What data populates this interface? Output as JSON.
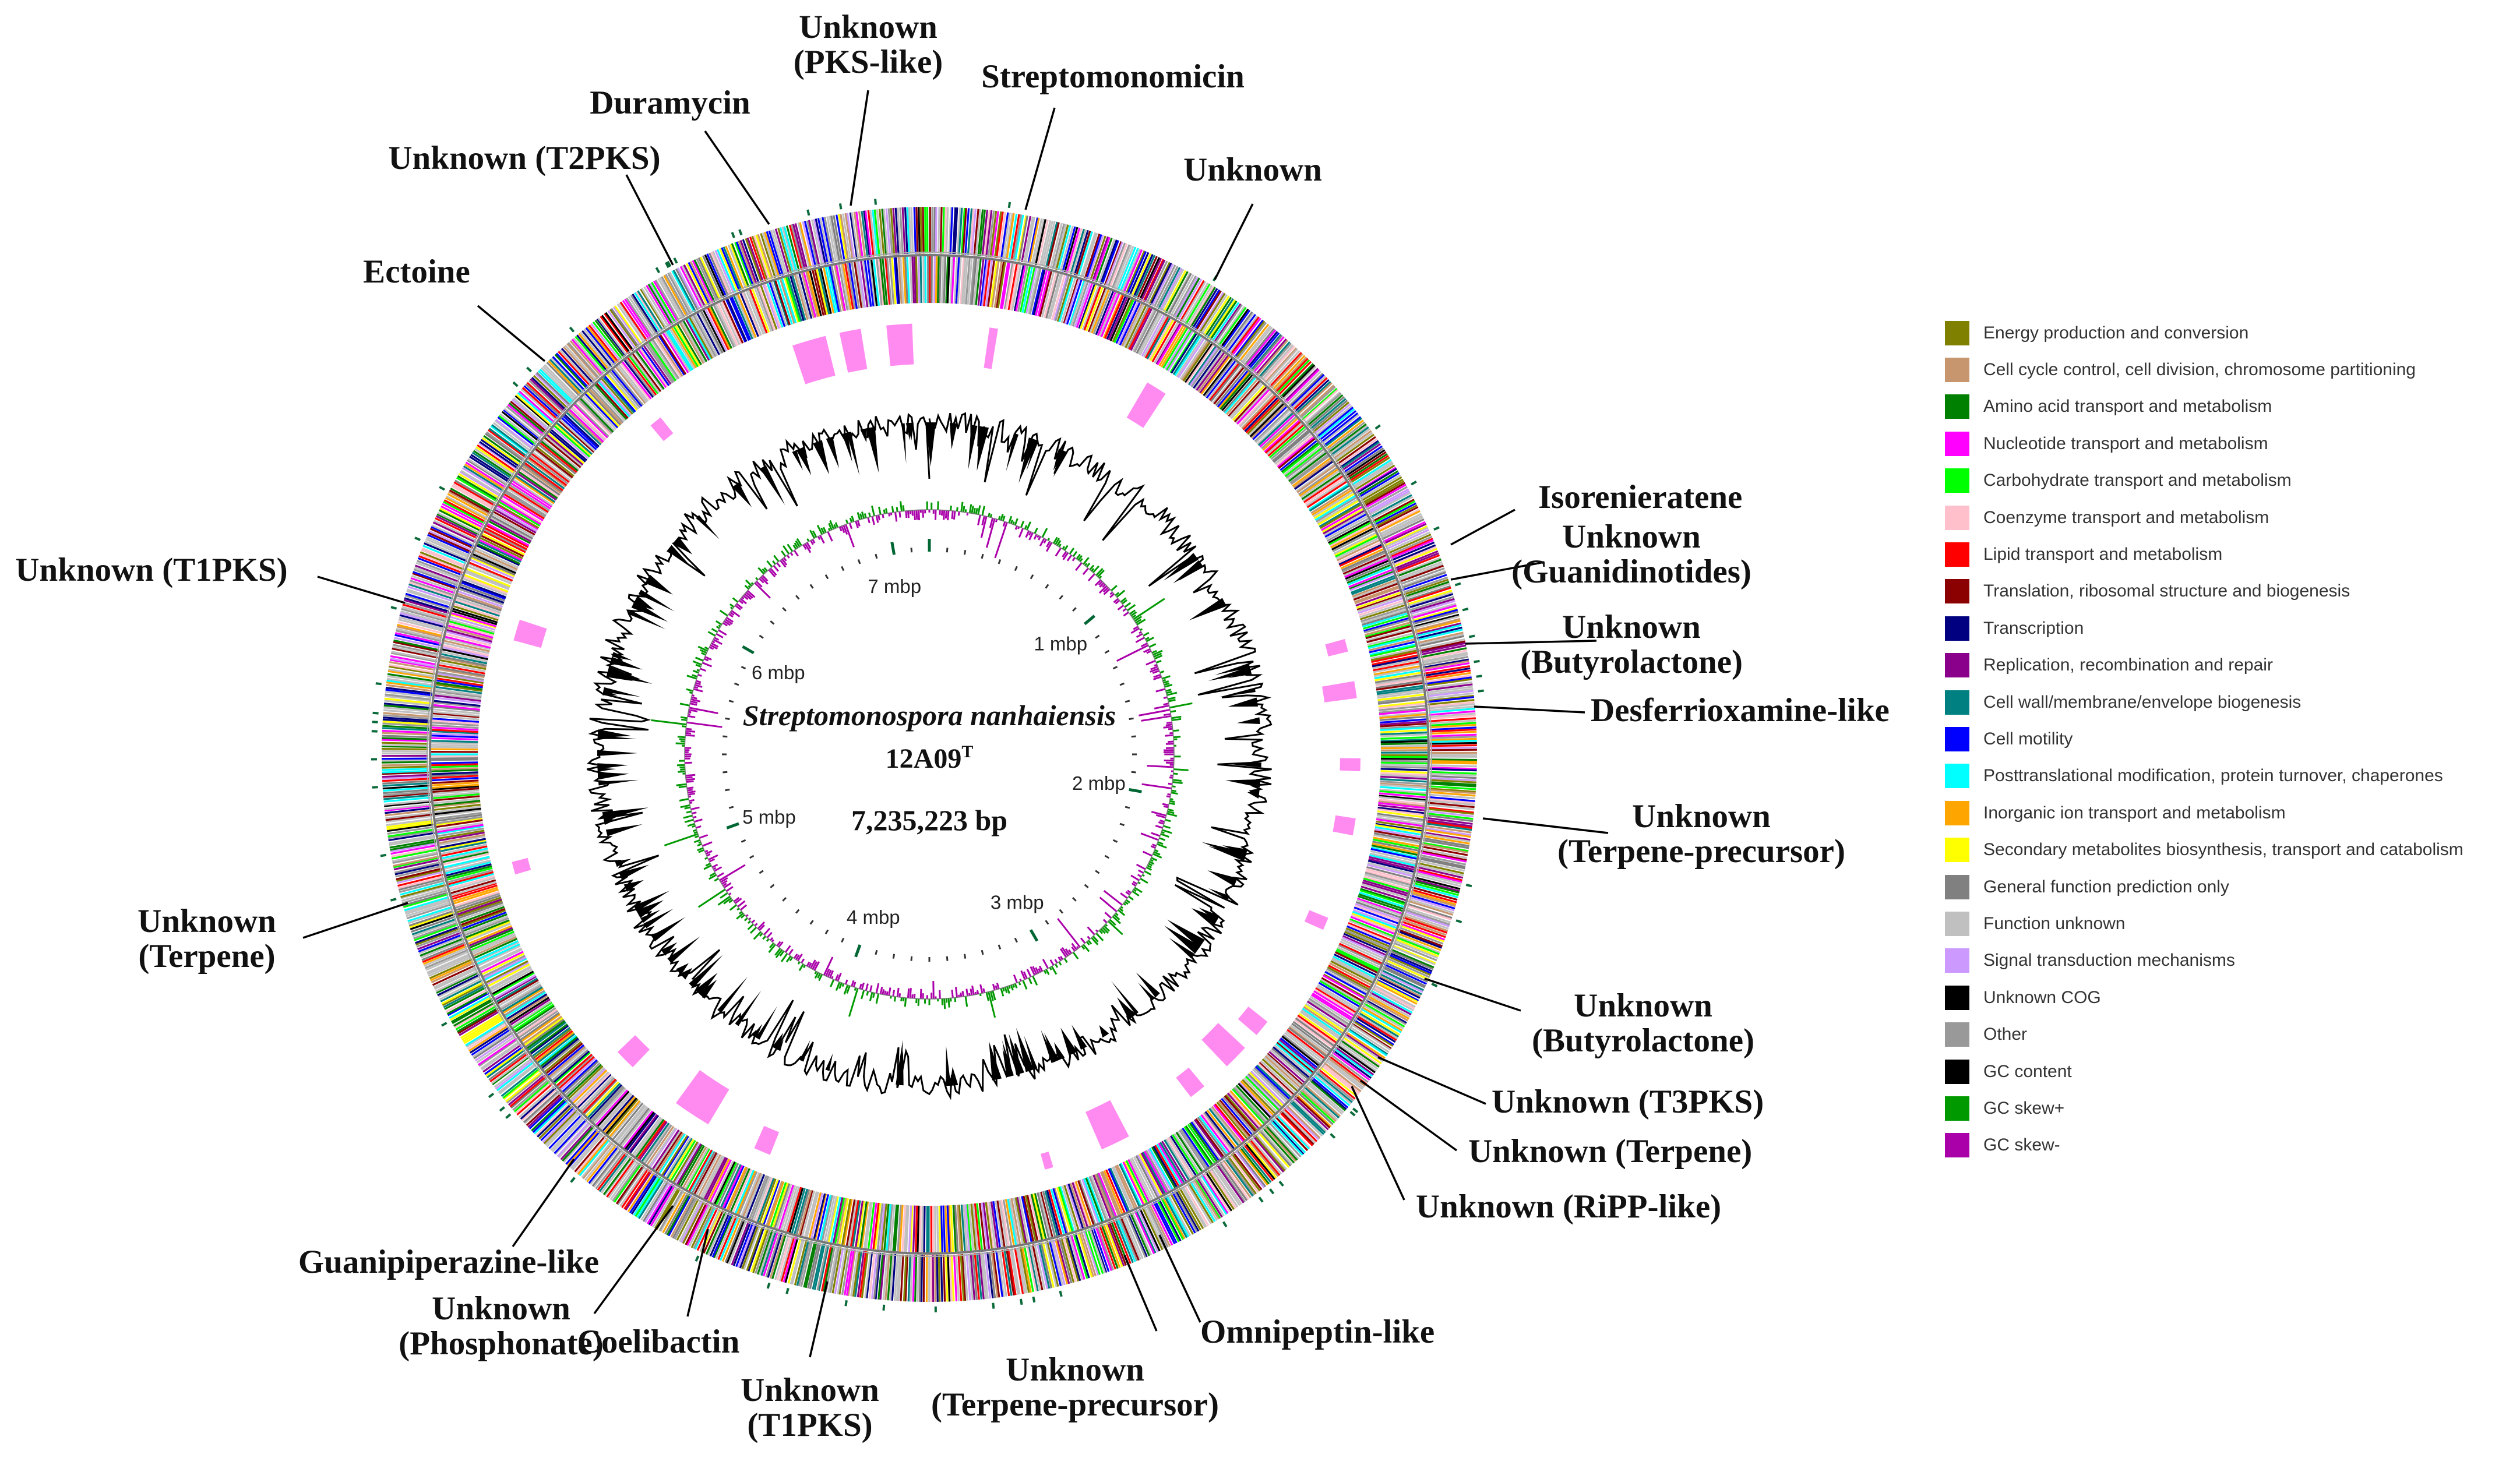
{
  "center": {
    "organism": "Streptomonospora nanhaiensis",
    "strain": "12A09",
    "strain_sup": "T",
    "genome_size": "7,235,223 bp"
  },
  "ticks": [
    {
      "label": "1 mbp",
      "mb": 1
    },
    {
      "label": "2 mbp",
      "mb": 2
    },
    {
      "label": "3 mbp",
      "mb": 3
    },
    {
      "label": "4 mbp",
      "mb": 4
    },
    {
      "label": "5 mbp",
      "mb": 5
    },
    {
      "label": "6 mbp",
      "mb": 6
    },
    {
      "label": "7 mbp",
      "mb": 7
    }
  ],
  "clusters": [
    {
      "lines": [
        "Unknown",
        "(PKS-like)"
      ]
    },
    {
      "lines": [
        "Streptomonomicin"
      ]
    },
    {
      "lines": [
        "Unknown"
      ]
    },
    {
      "lines": [
        "Isorenieratene"
      ]
    },
    {
      "lines": [
        "Unknown",
        "(Guanidinotides)"
      ]
    },
    {
      "lines": [
        "Unknown",
        "(Butyrolactone)"
      ]
    },
    {
      "lines": [
        "Desferrioxamine-like"
      ]
    },
    {
      "lines": [
        "Unknown",
        "(Terpene-precursor)"
      ]
    },
    {
      "lines": [
        "Unknown",
        "(Butyrolactone)"
      ]
    },
    {
      "lines": [
        "Unknown (T3PKS)"
      ]
    },
    {
      "lines": [
        "Unknown (Terpene)"
      ]
    },
    {
      "lines": [
        "Unknown (RiPP-like)"
      ]
    },
    {
      "lines": [
        "Omnipeptin-like"
      ]
    },
    {
      "lines": [
        "Unknown",
        "(Terpene-precursor)"
      ]
    },
    {
      "lines": [
        "Unknown",
        "(T1PKS)"
      ]
    },
    {
      "lines": [
        "Coelibactin"
      ]
    },
    {
      "lines": [
        "Unknown",
        "(Phosphonate)"
      ]
    },
    {
      "lines": [
        "Guanipiperazine-like"
      ]
    },
    {
      "lines": [
        "Unknown",
        "(Terpene)"
      ]
    },
    {
      "lines": [
        "Unknown (T1PKS)"
      ]
    },
    {
      "lines": [
        "Ectoine"
      ]
    },
    {
      "lines": [
        "Unknown (T2PKS)"
      ]
    },
    {
      "lines": [
        "Duramycin"
      ]
    }
  ],
  "legend": [
    {
      "label": "Energy production and conversion",
      "color": "#808000"
    },
    {
      "label": "Cell cycle control, cell division, chromosome partitioning",
      "color": "#C8966E"
    },
    {
      "label": "Amino acid transport and metabolism",
      "color": "#008000"
    },
    {
      "label": "Nucleotide transport and metabolism",
      "color": "#FF00FF"
    },
    {
      "label": "Carbohydrate transport and metabolism",
      "color": "#00FF00"
    },
    {
      "label": "Coenzyme transport and metabolism",
      "color": "#FFC0CB"
    },
    {
      "label": "Lipid transport and metabolism",
      "color": "#FF0000"
    },
    {
      "label": "Translation, ribosomal structure and biogenesis",
      "color": "#8B0000"
    },
    {
      "label": "Transcription",
      "color": "#000080"
    },
    {
      "label": "Replication, recombination and repair",
      "color": "#8B008B"
    },
    {
      "label": "Cell wall/membrane/envelope biogenesis",
      "color": "#008080"
    },
    {
      "label": "Cell motility",
      "color": "#0000FF"
    },
    {
      "label": "Posttranslational modification, protein turnover, chaperones",
      "color": "#00FFFF"
    },
    {
      "label": "Inorganic ion transport and metabolism",
      "color": "#FFA500"
    },
    {
      "label": "Secondary metabolites biosynthesis, transport and catabolism",
      "color": "#FFFF00"
    },
    {
      "label": "General function prediction only",
      "color": "#808080"
    },
    {
      "label": "Function unknown",
      "color": "#C0C0C0"
    },
    {
      "label": "Signal transduction mechanisms",
      "color": "#CC99FF"
    },
    {
      "label": "Unknown COG",
      "color": "#000000"
    },
    {
      "label": "Other",
      "color": "#999999"
    },
    {
      "label": "GC content",
      "color": "#000000"
    },
    {
      "label": "GC skew+",
      "color": "#009900"
    },
    {
      "label": "GC skew-",
      "color": "#AA00AA"
    }
  ]
}
